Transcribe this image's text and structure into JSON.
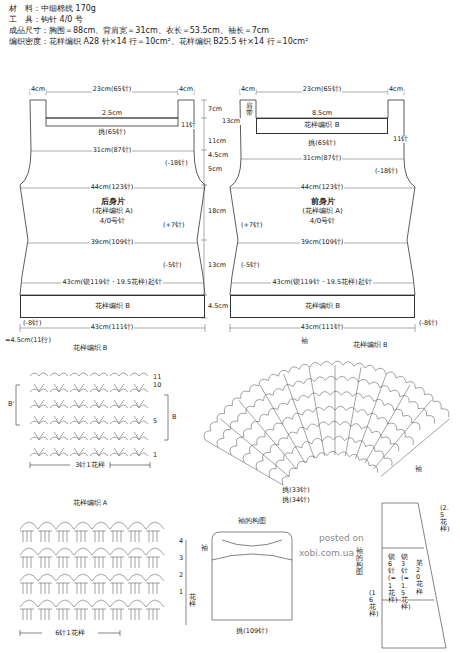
{
  "diagram": {
    "nodes": [
      {
        "text": [
          "后身片",
          "(花样编织 A)",
          "4/0号针"
        ]
      },
      {
        "text": [
          "花样编织 B"
        ],
        "in": 0
      },
      {
        "text": [
          "前身片",
          "(花样编织 A)",
          "4/0号针"
        ]
      },
      {
        "text": [
          "花样编织 B"
        ],
        "in": 2
      },
      {
        "text": [
          "花样编织 B"
        ],
        "in": 2
      }
    ],
    "labels": [
      "材　料：中细棉线 170g",
      "工　具：钩针 4/0 号",
      "成品尺寸：胸围＝88cm、背肩宽＝31cm、衣长＝53.5cm、袖长＝7cm",
      "编织密度：花样编织 A28 针×14 行＝10cm²、花样编织 B25.5 针×14 行＝10cm²",
      "4cm",
      "23cm(65针)",
      "4cm",
      "2.5cm",
      "挑(65针)",
      "11针",
      "7cm",
      "31cm(87针)",
      "(-18针)",
      "11cm",
      "4.5cm",
      "5cm",
      "44cm(123针)",
      "18cm",
      "(+7针)",
      "39cm(109针)",
      "13cm",
      "(-5针)",
      "43cm(锁119针・19.5花样)起针",
      "4.5cm",
      "(-8针)",
      "43cm(111针)",
      "=4.5cm(11行)",
      "4cm",
      "23cm(65针)",
      "4cm",
      "13cm",
      "肩带",
      "8.5cm",
      "挑(65针)",
      "11针",
      "31cm(87针)",
      "(-18针)",
      "44cm(123针)",
      "(+7针)",
      "39cm(109针)",
      "(-5针)",
      "43cm(锁119针・19.5花样)起针",
      "(-8针)",
      "43cm(111针)",
      "花样编织 B",
      "11",
      "10",
      "5",
      "1",
      "B'",
      "B",
      "3针1花样",
      "袖",
      "花样编织 B",
      "袖",
      "挑(33针)",
      "挑(34针)",
      "花样编织 A",
      "4",
      "3",
      "2",
      "1",
      "花样",
      "6针1花样",
      "袖的构图",
      "袖",
      "挑(109针)",
      "袖的构图",
      "(2.5花样)",
      "锁6针(=1花样)",
      "锁3针(=1.5花样)",
      "第20花样",
      "(16花样)",
      "posted on",
      "xobi.com.ua"
    ]
  }
}
